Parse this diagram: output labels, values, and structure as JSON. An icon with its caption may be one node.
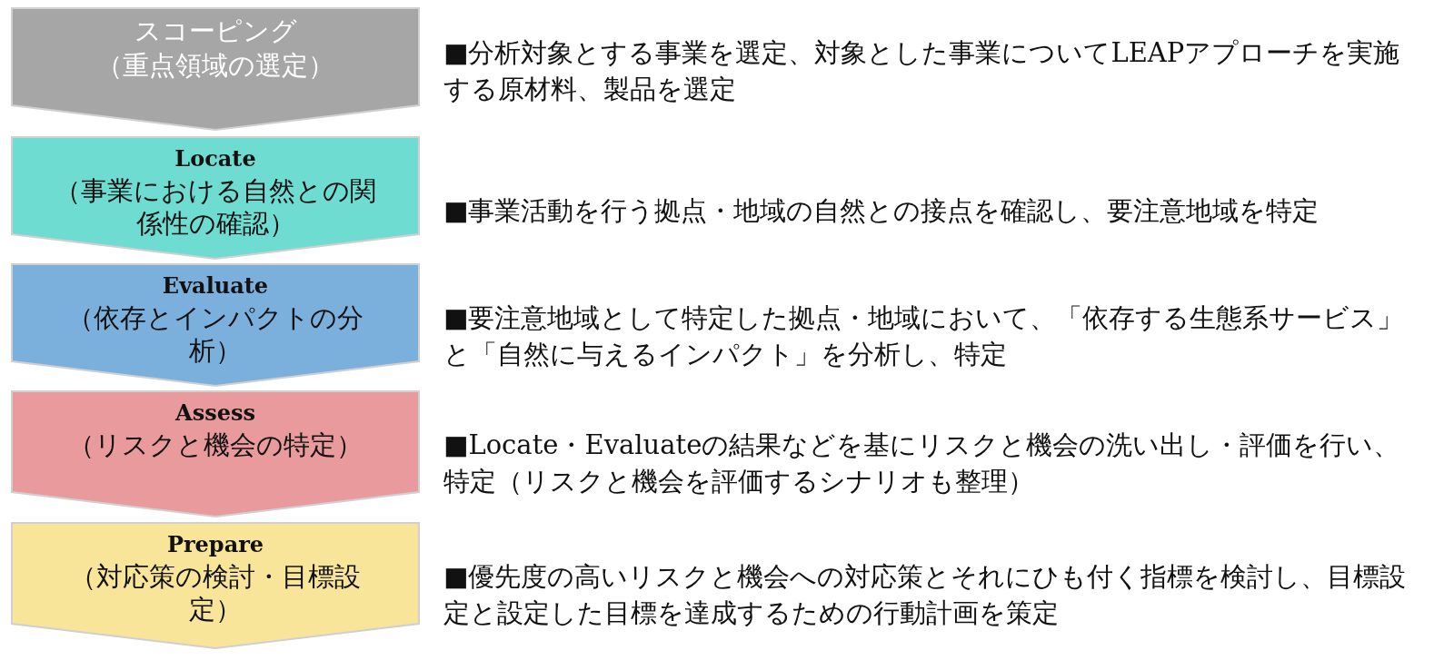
{
  "diagram": {
    "nodes": [
      {
        "text": [
          "スコーピング",
          "（重点領域の選定）"
        ],
        "beside": [
          "■分析対象とする事業を選定、対象とした事業についてLEAPアプローチを実施する原材料、製品を選定"
        ]
      },
      {
        "text": [
          "Locate",
          "（事業における自然との関係性の確認）"
        ],
        "beside": [
          "■事業活動を行う拠点・地域の自然との接点を確認し、要注意地域を特定"
        ]
      },
      {
        "text": [
          "Evaluate",
          "（依存とインパクトの分析）"
        ],
        "beside": [
          "■要注意地域として特定した拠点・地域において、「依存する生態系サービス」と「自然に与えるインパクト」を分析し、特定"
        ]
      },
      {
        "text": [
          "Assess",
          "（リスクと機会の特定）"
        ],
        "beside": [
          "■Locate・Evaluateの結果などを基にリスクと機会の洗い出し・評価を行い、特定（リスクと機会を評価するシナリオも整理）"
        ]
      },
      {
        "text": [
          "Prepare",
          "（対応策の検討・目標設定）"
        ],
        "beside": [
          "■優先度の高いリスクと機会への対応策とそれにひも付く指標を検討し、目標設定と設定した目標を達成するための行動計画を策定"
        ]
      }
    ]
  }
}
